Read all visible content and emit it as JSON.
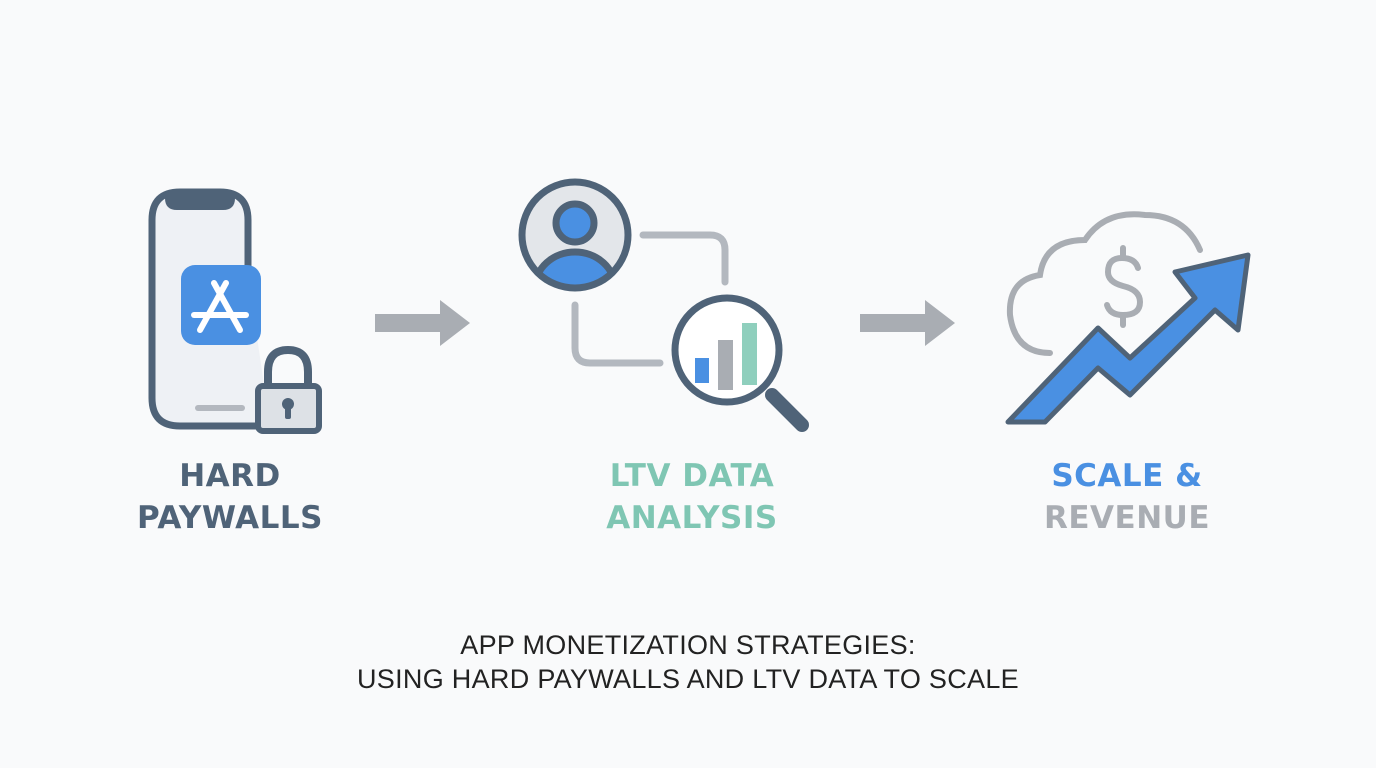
{
  "steps": [
    {
      "id": "hard-paywalls",
      "line1": "HARD",
      "line2": "PAYWALLS",
      "icon": "phone-app-store-lock-icon"
    },
    {
      "id": "ltv-data-analysis",
      "line1": "LTV DATA",
      "line2": "ANALYSIS",
      "icon": "user-magnifier-chart-icon"
    },
    {
      "id": "scale-revenue",
      "line1": "SCALE &",
      "line2": "REVENUE",
      "icon": "cloud-dollar-growth-arrow-icon"
    }
  ],
  "caption": {
    "line1": "APP MONETIZATION STRATEGIES:",
    "line2": "USING HARD PAYWALLS AND LTV DATA TO SCALE"
  },
  "colors": {
    "background": "#f9fafb",
    "dark_slate": "#4f6378",
    "blue": "#4a90e2",
    "teal": "#7fc6b3",
    "gray": "#a9adb3",
    "caption": "#222222"
  }
}
